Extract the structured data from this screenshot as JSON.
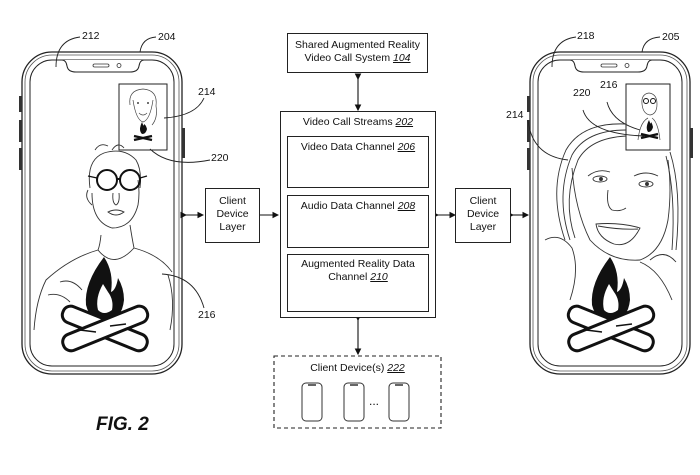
{
  "figure": {
    "label": "FIG. 2"
  },
  "system_box": {
    "line1": "Shared Augmented Reality",
    "line2": "Video Call System ",
    "ref": "104"
  },
  "streams_box": {
    "title": "Video Call Streams ",
    "ref": "202",
    "channels": [
      {
        "title": "Video Data Channel ",
        "ref": "206",
        "signal": "line"
      },
      {
        "title": "Audio Data Channel ",
        "ref": "208",
        "signal": "waveform"
      },
      {
        "title_line1": "Augmented Reality Data",
        "title_line2": "Channel ",
        "ref": "210",
        "signal": "polyline"
      }
    ]
  },
  "client_layers": {
    "left": {
      "line1": "Client",
      "line2": "Device",
      "line3": "Layer"
    },
    "right": {
      "line1": "Client",
      "line2": "Device",
      "line3": "Layer"
    }
  },
  "client_devices_box": {
    "title": "Client Device(s) ",
    "ref": "222",
    "ellipsis": "..."
  },
  "reference_numerals": {
    "left_phone_screen": "212",
    "left_phone": "204",
    "left_inset": "214",
    "left_inset_effect": "220",
    "left_person": "216",
    "right_phone_screen": "218",
    "right_phone": "205",
    "right_inset_person": "216",
    "right_inset_effect": "220",
    "right_person": "214"
  }
}
